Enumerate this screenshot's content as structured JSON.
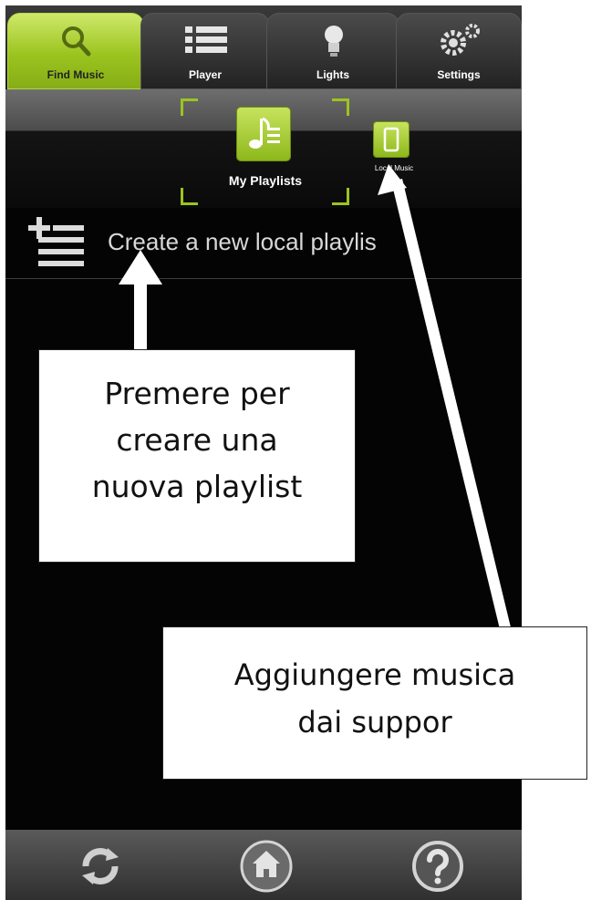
{
  "tabs": [
    {
      "label": "Find Music",
      "icon": "magnifier-icon",
      "active": true
    },
    {
      "label": "Player",
      "icon": "list-icon",
      "active": false
    },
    {
      "label": "Lights",
      "icon": "bulb-icon",
      "active": false
    },
    {
      "label": "Settings",
      "icon": "gears-icon",
      "active": false
    }
  ],
  "sources": {
    "my_playlists": {
      "label": "My Playlists",
      "icon": "music-note-icon"
    },
    "local_music": {
      "label": "Local Music",
      "icon": "phone-icon"
    }
  },
  "list": {
    "create_label": "Create a new local playlis"
  },
  "bottom_bar": [
    {
      "icon": "refresh-icon"
    },
    {
      "icon": "home-icon"
    },
    {
      "icon": "help-icon"
    }
  ],
  "callouts": {
    "create_playlist": [
      "Premere per",
      "creare una",
      "nuova playlist"
    ],
    "add_music": [
      "Aggiungere musica",
      "dai suppor"
    ]
  },
  "colors": {
    "accent_green": "#9bc41f",
    "background": "#040404"
  }
}
